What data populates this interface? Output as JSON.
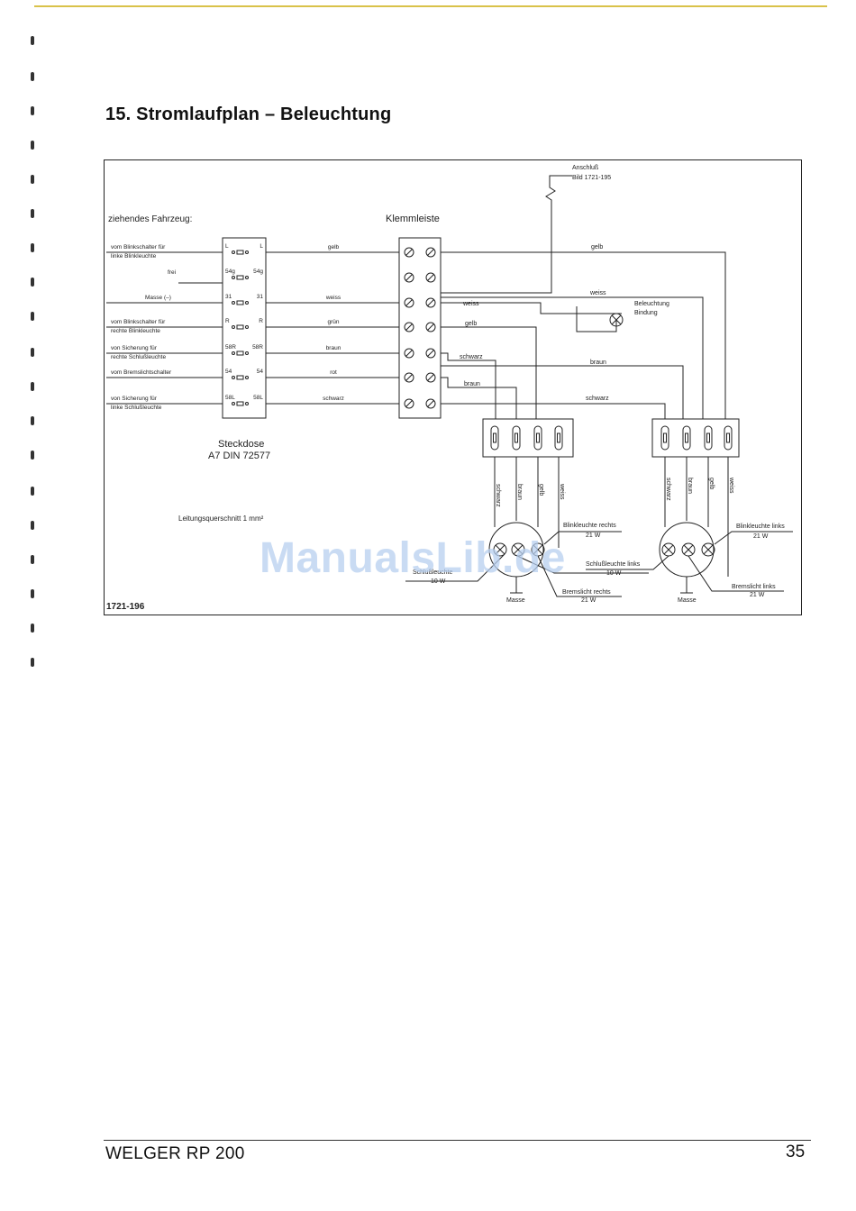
{
  "page": {
    "title": "15. Stromlaufplan – Beleuchtung",
    "footer_left": "WELGER RP 200",
    "page_number": "35",
    "watermark": "ManualsLib.de"
  },
  "diagram": {
    "figure_id": "1721-196",
    "vehicle_label": "ziehendes Fahrzeug:",
    "terminal_block_label": "Klemmleiste",
    "anschluss": [
      "Anschluß",
      "Bild 1721-195"
    ],
    "socket_label": [
      "Steckdose",
      "A7 DIN 72577"
    ],
    "cross_section": "Leitungsquerschnitt 1 mm²",
    "pins": [
      {
        "desc": [
          "vom Blinkschalter für",
          "linke Blinkleuchte"
        ],
        "left": "L",
        "right": "L",
        "wire": "gelb"
      },
      {
        "desc": [
          "frei"
        ],
        "left": "54g",
        "right": "54g",
        "wire": ""
      },
      {
        "desc": [
          "Masse (–)"
        ],
        "left": "31",
        "right": "31",
        "wire": "weiss"
      },
      {
        "desc": [
          "vom Blinkschalter für",
          "rechte Blinkleuchte"
        ],
        "left": "R",
        "right": "R",
        "wire": "grün"
      },
      {
        "desc": [
          "von Sicherung für",
          "rechte Schlußleuchte"
        ],
        "left": "58R",
        "right": "58R",
        "wire": "braun"
      },
      {
        "desc": [
          "vom Bremslichtschalter"
        ],
        "left": "54",
        "right": "54",
        "wire": "rot"
      },
      {
        "desc": [
          "von Sicherung für",
          "linke Schlußleuchte"
        ],
        "left": "58L",
        "right": "58L",
        "wire": "schwarz"
      }
    ],
    "wires_right": {
      "gelb_top": "gelb",
      "weiss_top": "weiss",
      "weiss_inner": "weiss",
      "gelb_inner": "gelb",
      "schwarz_inner": "schwarz",
      "braun_inner": "braun",
      "braun_long": "braun",
      "schwarz_long": "schwarz"
    },
    "lighting": [
      "Beleuchtung",
      "Bindung"
    ],
    "lamp_right": {
      "wires": [
        "schwarz",
        "braun",
        "gelb",
        "weiss"
      ],
      "blink": [
        "Blinkleuchte rechts",
        "21 W"
      ],
      "schluss": [
        "Schlußleuchte",
        "10 W"
      ],
      "brems": [
        "Bremslicht rechts",
        "21 W"
      ],
      "masse": "Masse"
    },
    "lamp_left": {
      "wires": [
        "schwarz",
        "braun",
        "gelb",
        "weiss"
      ],
      "blink": [
        "Blinkleuchte links",
        "21 W"
      ],
      "schluss": [
        "Schlußleuchte links",
        "10 W"
      ],
      "brems": [
        "Bremslicht links",
        "21 W"
      ],
      "masse": "Masse"
    }
  }
}
